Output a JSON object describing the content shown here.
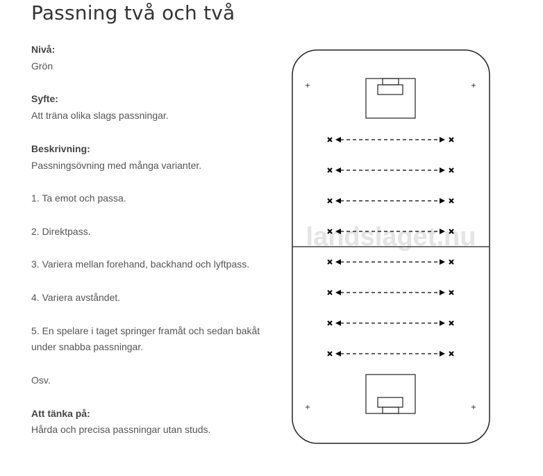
{
  "title": "Passning två och två",
  "sections": {
    "level_label": "Nivå:",
    "level": "Grön",
    "purpose_label": "Syfte:",
    "purpose": "Att träna olika slags passningar.",
    "description_label": "Beskrivning:",
    "description": "Passningsövning med många varianter.",
    "steps": [
      "1. Ta emot och passa.",
      "2. Direktpass.",
      "3. Variera mellan forehand, backhand och lyftpass.",
      "4. Variera avståndet.",
      "5. En spelare i taget springer framåt och sedan bakåt under snabba passningar."
    ],
    "etc": "Osv.",
    "think_label": "Att tänka på:",
    "think": "Hårda och precisa passningar utan studs."
  },
  "diagram": {
    "watermark": "landslaget.nu",
    "pass_rows": 8
  }
}
